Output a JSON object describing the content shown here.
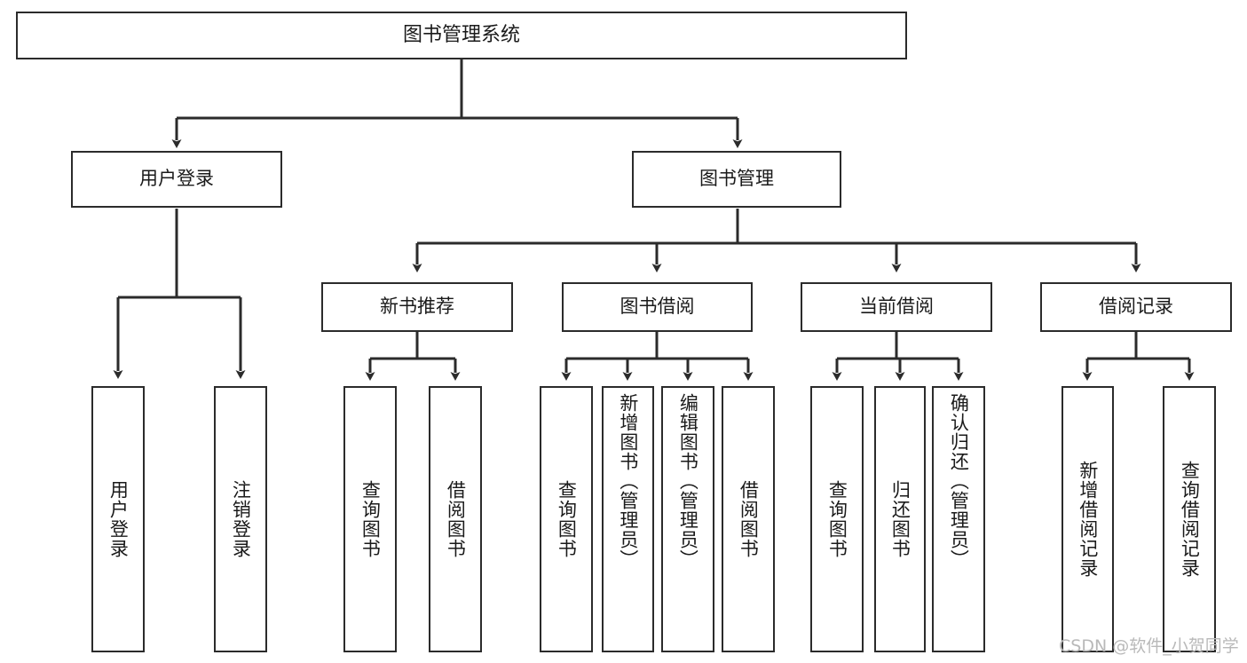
{
  "diagram": {
    "title": "图书管理系统",
    "type": "tree-hierarchy-diagram",
    "colors": {
      "stroke": "#2b2b2b",
      "fill": "#ffffff",
      "text": "#1a1a1a",
      "watermark": "#b9b9b9"
    },
    "root": {
      "label": "图书管理系统"
    },
    "level2": [
      {
        "label": "用户登录"
      },
      {
        "label": "图书管理"
      }
    ],
    "level3": [
      {
        "label": "新书推荐"
      },
      {
        "label": "图书借阅"
      },
      {
        "label": "当前借阅"
      },
      {
        "label": "借阅记录"
      }
    ],
    "leaves": {
      "user_login": [
        {
          "label": "用户登录"
        },
        {
          "label": "注销登录"
        }
      ],
      "new_book_recommend": [
        {
          "label": "查询图书"
        },
        {
          "label": "借阅图书"
        }
      ],
      "book_borrow": [
        {
          "label": "查询图书"
        },
        {
          "label": "新增图书（管理员）"
        },
        {
          "label": "编辑图书（管理员）"
        },
        {
          "label": "借阅图书"
        }
      ],
      "current_borrow": [
        {
          "label": "查询图书"
        },
        {
          "label": "归还图书"
        },
        {
          "label": "确认归还（管理员）"
        }
      ],
      "borrow_records": [
        {
          "label": "新增借阅记录"
        },
        {
          "label": "查询借阅记录"
        }
      ]
    }
  },
  "watermark": {
    "text": "CSDN @软件_小贺同学"
  }
}
